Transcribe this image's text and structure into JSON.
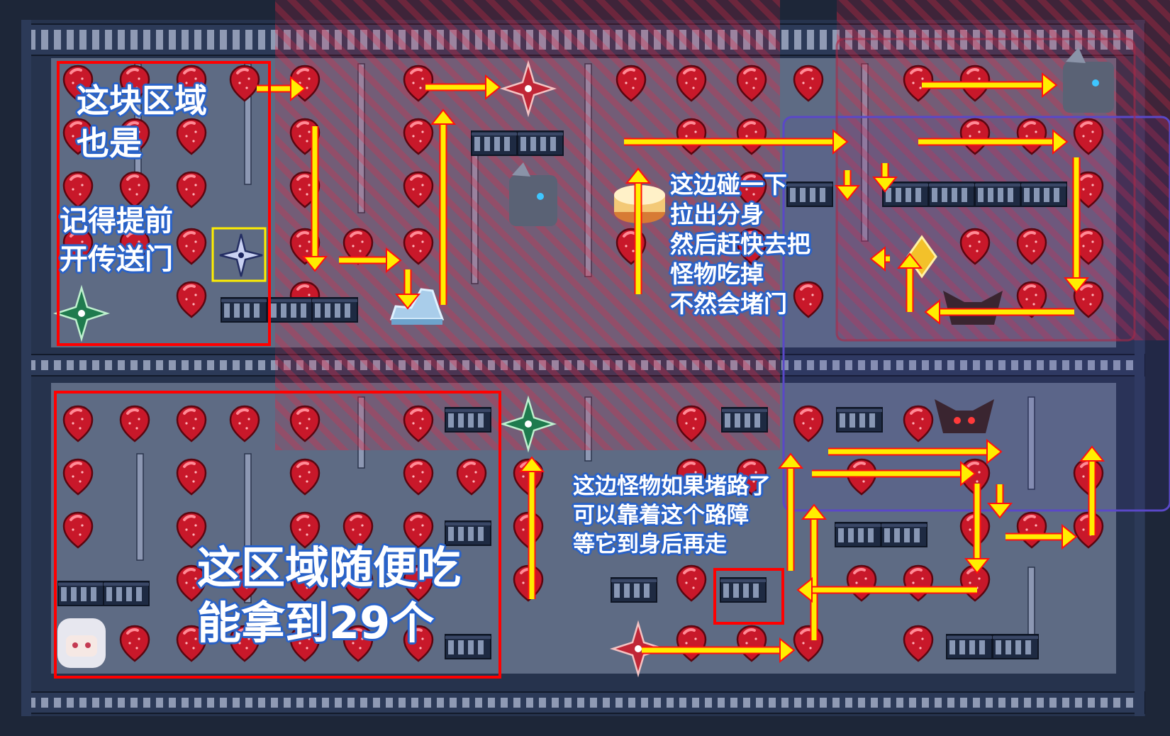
{
  "annotations": {
    "top_left_area": "这块区域\n也是",
    "portal_tip": "记得提前\n开传送门",
    "clone_tip": "这边碰一下\n拉出分身\n然后赶快去把\n怪物吃掉\n不然会堵门",
    "block_tip": "这边怪物如果堵路了\n可以靠着这个路障\n等它到身后再走",
    "eat_area": "这区域随便吃\n能拿到29个"
  },
  "colors": {
    "floor": "#5e6b84",
    "wall": "#26334d",
    "strawberry": "#c8182a",
    "path_yellow": "#ffee00",
    "path_red": "#ff1010",
    "highlight_red": "#ff0000",
    "portal_box": "#ffee00",
    "danger_zone": "#d9213f",
    "purple_zone": "#5040c0",
    "label_stroke": "#2a63c8"
  },
  "icons": {
    "player": "white-haired-girl-icon",
    "shadow_beast": "grey-shadow-beast-icon",
    "bat": "red-eyed-bat-icon",
    "red_star": "red-spark-star-icon",
    "green_star": "green-spark-star-icon",
    "portal": "portal-star-icon",
    "boot": "speed-boot-icon",
    "cake": "cake-icon",
    "crystal": "yellow-crystal-icon",
    "strawberry": "strawberry-icon",
    "fence": "fence-barrier-icon"
  }
}
